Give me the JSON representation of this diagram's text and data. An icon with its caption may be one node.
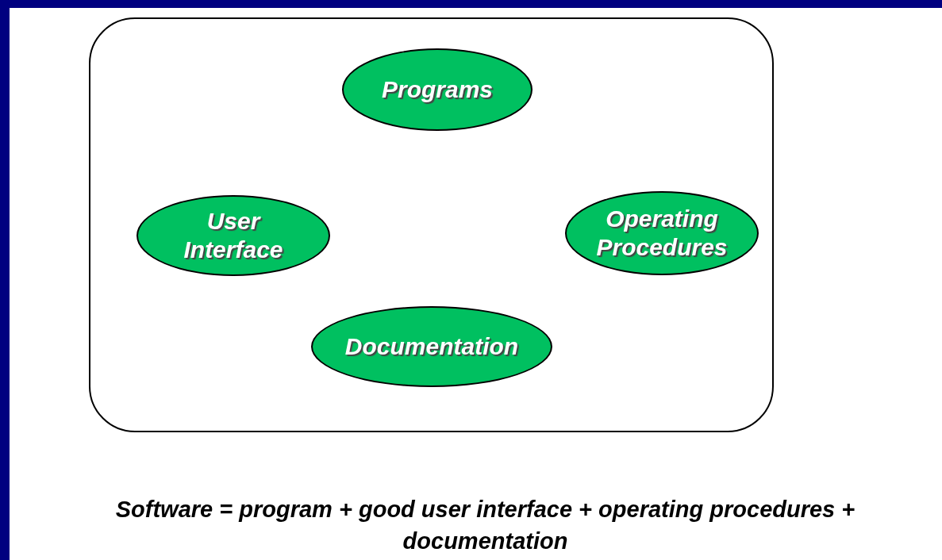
{
  "diagram": {
    "caption": "Software = program + good user interface + operating procedures + documentation",
    "nodes": [
      {
        "text": [],
        "shape": "box"
      },
      {
        "text": [
          "Programs"
        ],
        "in": 0
      },
      {
        "text": [
          "User Interface"
        ],
        "in": 0
      },
      {
        "text": [
          "Operating Procedures"
        ],
        "in": 0
      },
      {
        "text": [
          "Documentation"
        ],
        "in": 0
      }
    ]
  }
}
